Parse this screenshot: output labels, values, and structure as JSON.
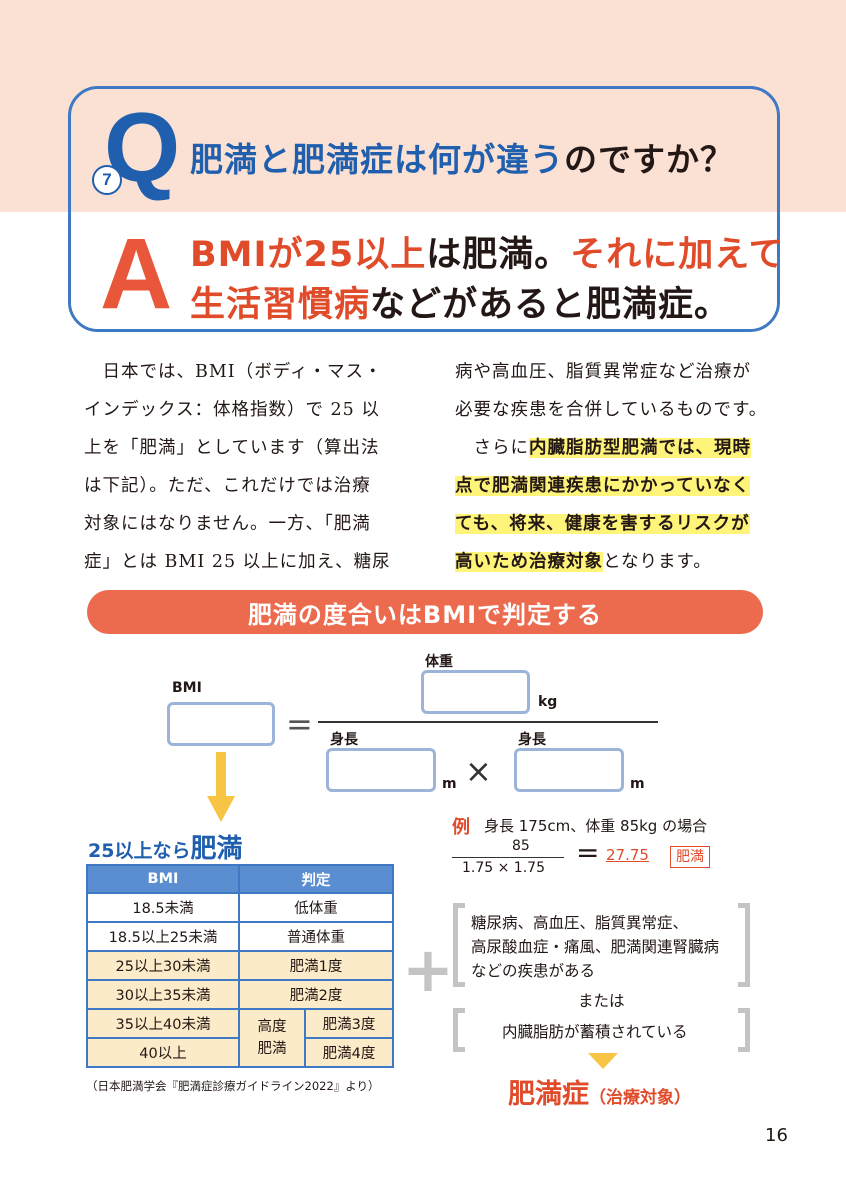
{
  "question": {
    "number": "7",
    "letter": "Q",
    "part1": "肥満と肥満症は何が違う",
    "part2": "のですか？"
  },
  "answer": {
    "letter": "A",
    "l1_a": "BMIが25以上",
    "l1_b": "は肥満。",
    "l1_c": "それに加えて",
    "l2_a": "生活習慣病",
    "l2_b": "などがあると肥満症。"
  },
  "body": {
    "left": [
      "　日本では、BMI（ボディ・マス・",
      "インデックス：体格指数）で 25 以",
      "上を「肥満」としています（算出法",
      "は下記）。ただ、これだけでは治療",
      "対象にはなりません。一方、「肥満",
      "症」とは BMI 25 以上に加え、糖尿"
    ],
    "right1": "病や高血圧、脂質異常症など治療が",
    "right2": "必要な疾患を合併しているものです。",
    "right3_pre": "　さらに",
    "right3_hl": "内臓脂肪型肥満では、現時",
    "right4_hl": "点で肥満関連疾患にかかっていなく",
    "right5_hl": "ても、将来、健康を害するリスクが",
    "right6_hl": "高いため治療対象",
    "right6_post": "となります。"
  },
  "section_title": "肥満の度合いはBMIで判定する",
  "formula": {
    "bmi": "BMI",
    "weight": "体重",
    "kg": "kg",
    "height1": "身長",
    "height2": "身長",
    "m1": "m",
    "m2": "m",
    "times": "×",
    "equals": "="
  },
  "judge": {
    "title_pre": "25以上なら",
    "title_big": "肥満",
    "headers": [
      "BMI",
      "判定"
    ],
    "rows": [
      [
        "18.5未満",
        "低体重"
      ],
      [
        "18.5以上25未満",
        "普通体重"
      ],
      [
        "25以上30未満",
        "肥満1度"
      ],
      [
        "30以上35未満",
        "肥満2度"
      ],
      [
        "35以上40未満",
        "肥満3度"
      ],
      [
        "40以上",
        "肥満4度"
      ]
    ],
    "merged_1": "高度",
    "merged_2": "肥満",
    "source": "（日本肥満学会『肥満症診療ガイドライン2022』より）"
  },
  "example": {
    "label": "例",
    "text": "身長 175cm、体重 85kg の場合",
    "numerator": "85",
    "denominator": "1.75 × 1.75",
    "equals": "=",
    "result": "27.75",
    "tag": "肥満"
  },
  "conditions": {
    "plus": "+",
    "line1": "糖尿病、高血圧、脂質異常症、",
    "line2": "高尿酸血症・痛風、肥満関連腎臓病",
    "line3": "などの疾患がある",
    "or": "または",
    "line4": "内臓脂肪が蓄積されている",
    "result": "肥満症",
    "result_sub": "（治療対象）"
  },
  "page_number": "16",
  "colors": {
    "band": "#fbe1d4",
    "blue": "#1f5fae",
    "red": "#e04b2a",
    "highlight": "#fff47a",
    "pill": "#ec6b4e",
    "arrow": "#f7c443"
  }
}
